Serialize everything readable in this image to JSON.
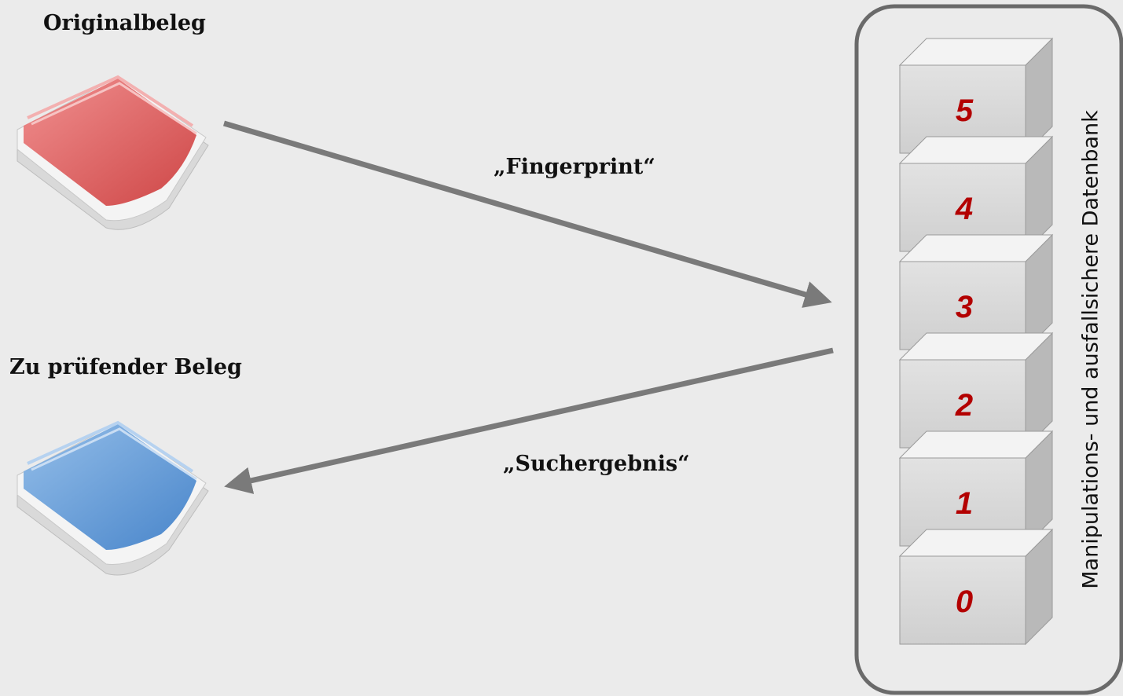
{
  "labels": {
    "original": "Originalbeleg",
    "to_check": "Zu prüfender Beleg",
    "fingerprint": "„Fingerprint“",
    "result": "„Suchergebnis“",
    "database": "Manipulations- und ausfallsichere Datenbank"
  },
  "database_blocks": [
    "5",
    "4",
    "3",
    "2",
    "1",
    "0"
  ],
  "colors": {
    "background": "#ebebeb",
    "arrow": "#7a7a7a",
    "block_number": "#b30000",
    "original_doc": "#e05a5a",
    "check_doc": "#4f8fd6"
  }
}
